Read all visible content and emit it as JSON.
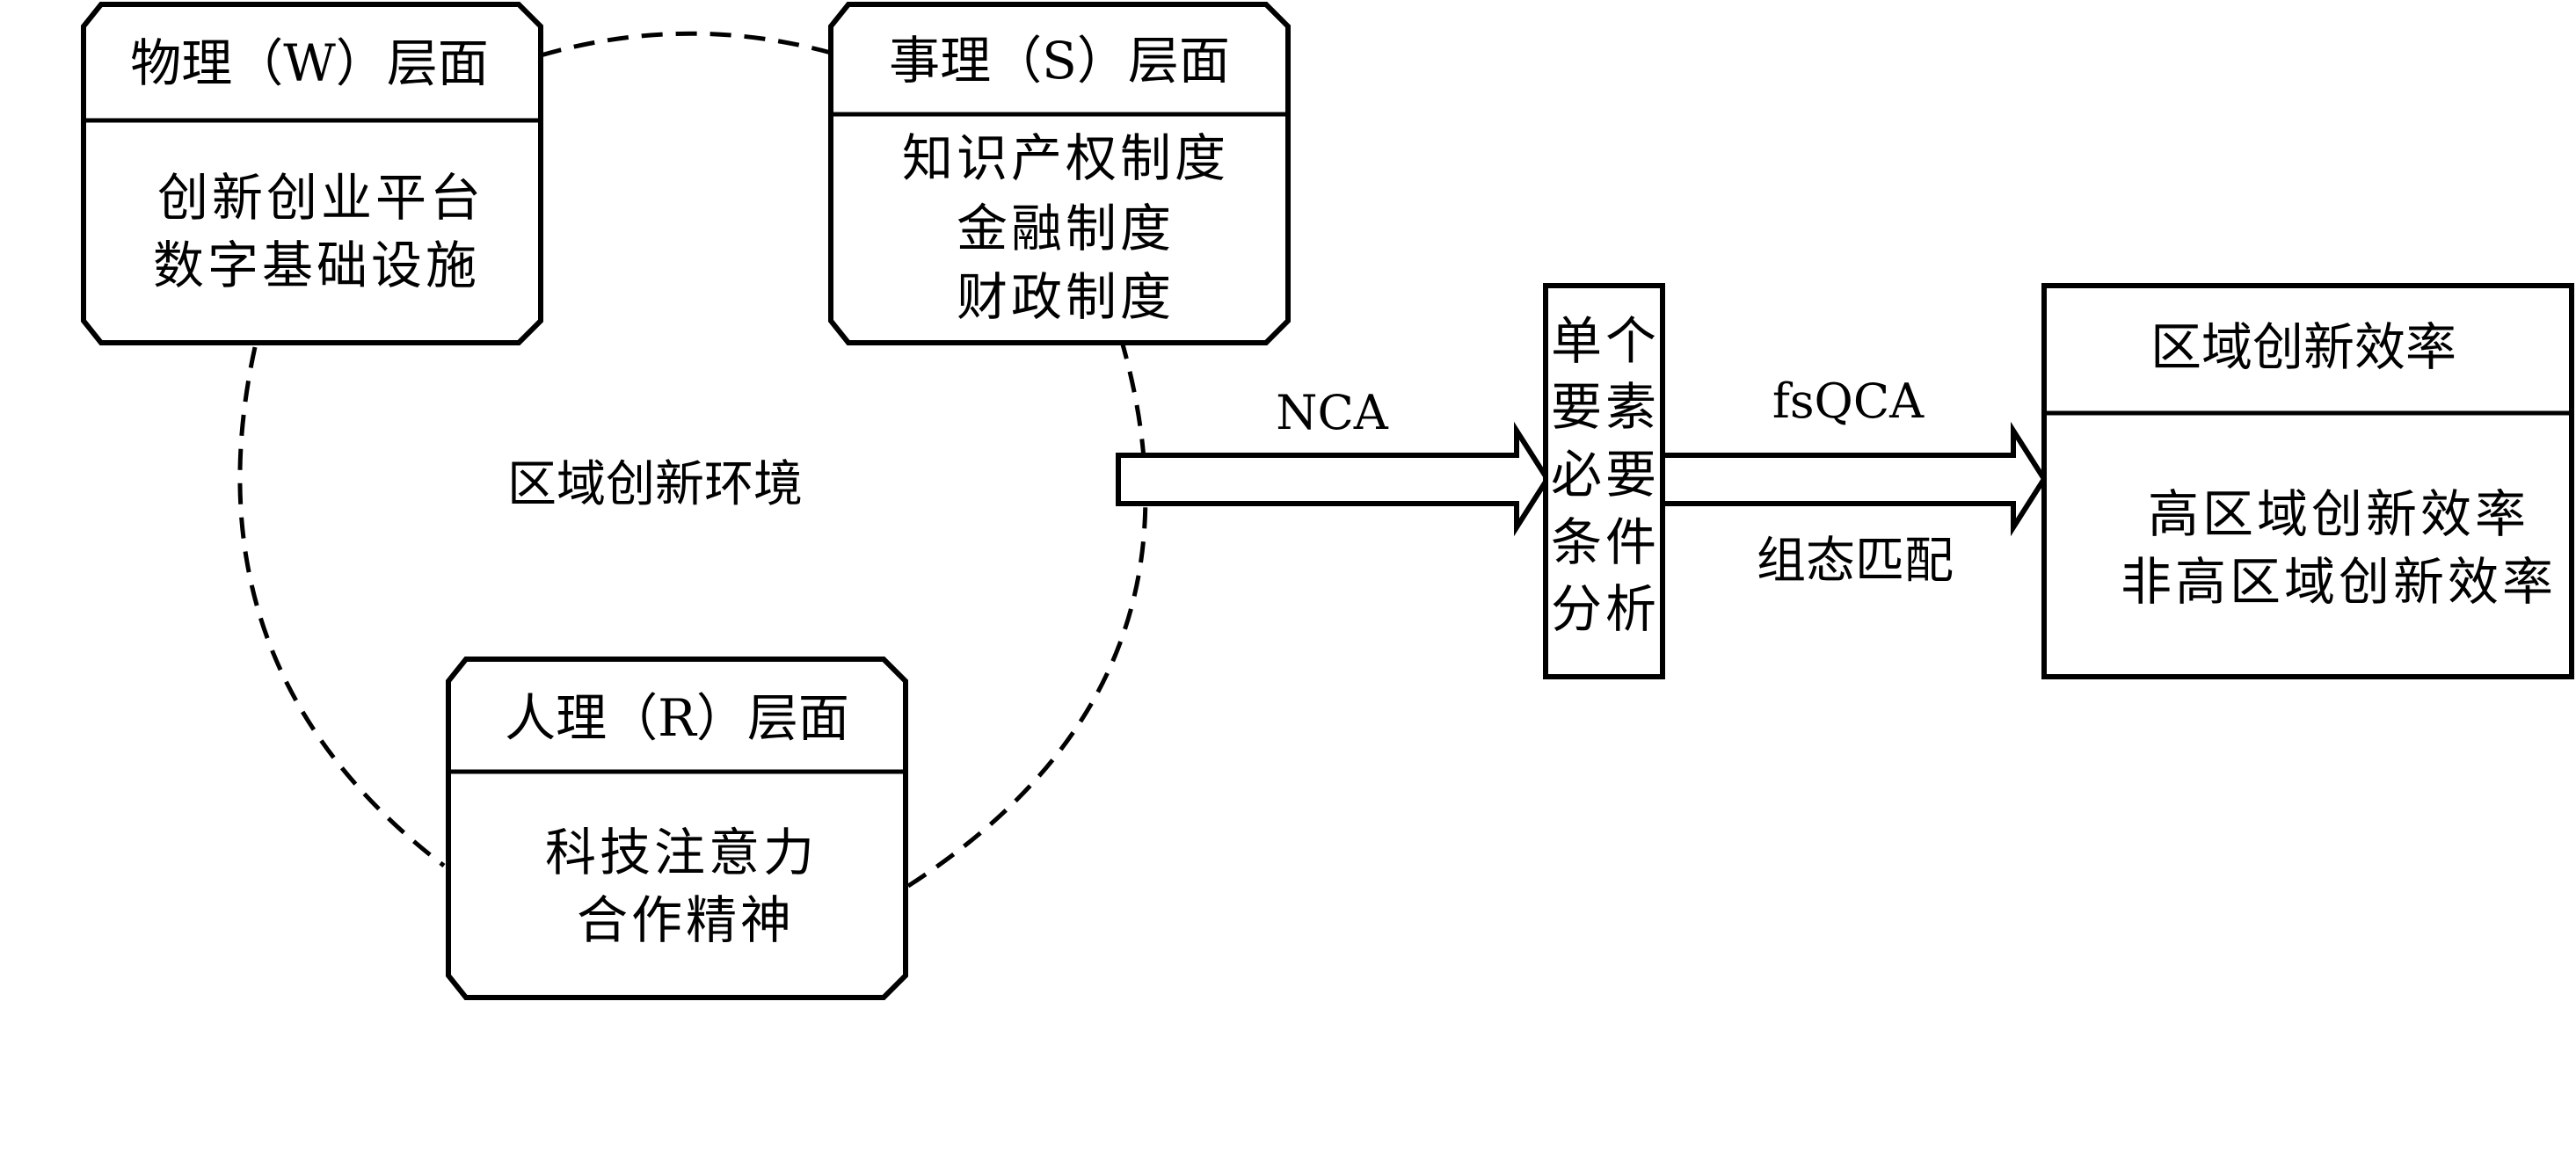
{
  "environment_label": "区域创新环境",
  "physical": {
    "title": "物理（W）层面",
    "items": [
      "创新创业平台",
      "数字基础设施"
    ]
  },
  "affairs": {
    "title": "事理（S）层面",
    "items": [
      "知识产权制度",
      "金融制度",
      "财政制度"
    ]
  },
  "human": {
    "title": "人理（R）层面",
    "items": [
      "科技注意力",
      "合作精神"
    ]
  },
  "arrow1_label": "NCA",
  "analysis": {
    "lines": [
      "单个",
      "要素",
      "必要",
      "条件",
      "分析"
    ]
  },
  "arrow2": {
    "top_label": "fsQCA",
    "bottom_label": "组态匹配"
  },
  "outcome": {
    "title": "区域创新效率",
    "items": [
      "高区域创新效率",
      "非高区域创新效率"
    ]
  }
}
